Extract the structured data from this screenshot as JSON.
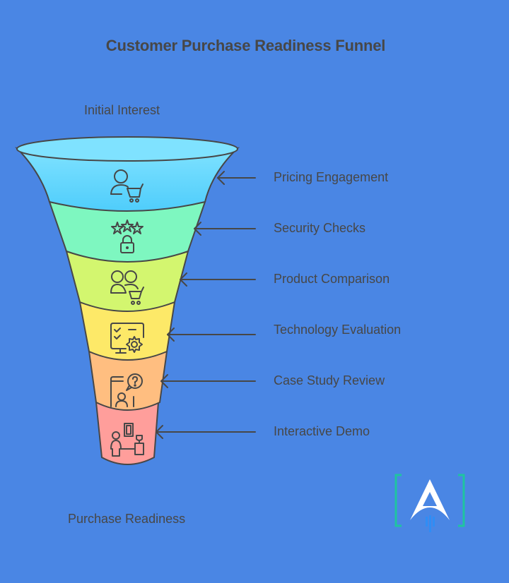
{
  "title": "Customer Purchase Readiness Funnel",
  "top_label": "Initial Interest",
  "bottom_label": "Purchase Readiness",
  "colors": {
    "background": "#4a86e4",
    "outline": "#474747",
    "text": "#474747",
    "logo_bracket": "#1fc4a0",
    "logo_letter": "#ffffff",
    "logo_flame": "#2f8df5"
  },
  "stages": [
    {
      "label": "Pricing Engagement",
      "icon": "user-cart-icon",
      "color": "#6ad9fb"
    },
    {
      "label": "Security Checks",
      "icon": "stars-lock-icon",
      "color": "#7ef7c0"
    },
    {
      "label": "Product Comparison",
      "icon": "users-cart-icon",
      "color": "#d3f66f"
    },
    {
      "label": "Technology Evaluation",
      "icon": "monitor-checklist-gear-icon",
      "color": "#fde968"
    },
    {
      "label": "Case Study Review",
      "icon": "phone-question-person-icon",
      "color": "#ffbe80"
    },
    {
      "label": "Interactive Demo",
      "icon": "person-demo-icon",
      "color": "#ff9e9b"
    }
  ],
  "logo": {
    "letter": "A"
  }
}
